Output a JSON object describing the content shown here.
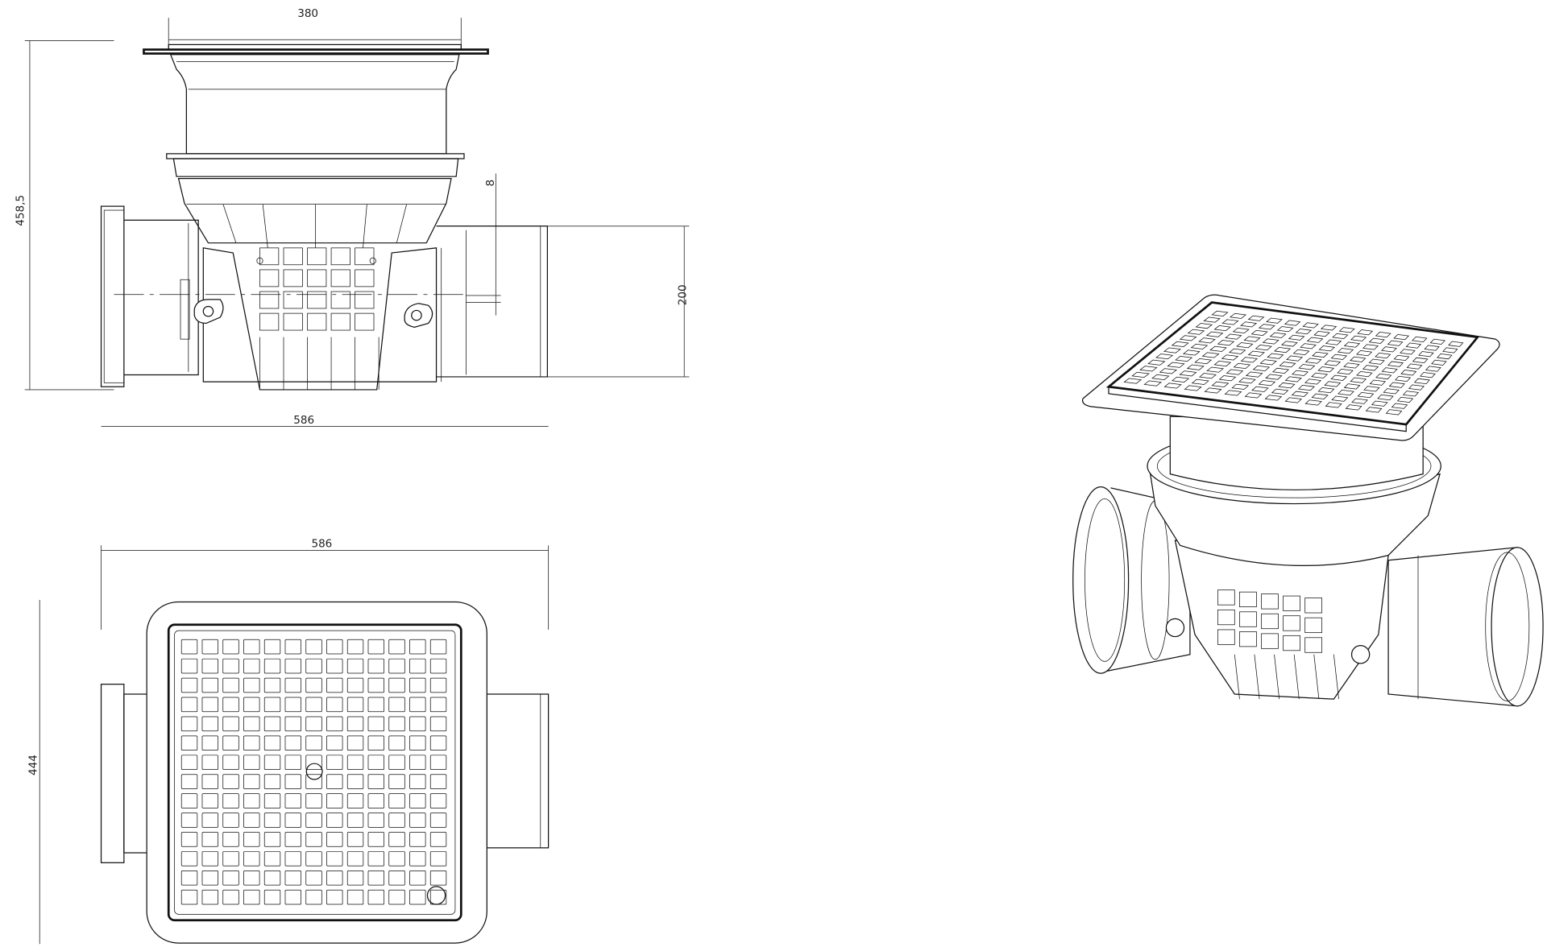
{
  "drawing": {
    "front_view": {
      "dimensions": {
        "top_width": "380",
        "total_height": "458,5",
        "offset": "8",
        "pipe_diameter": "200",
        "total_length": "586"
      }
    },
    "plan_view": {
      "dimensions": {
        "total_length": "586",
        "width": "444"
      },
      "grate_columns": 13,
      "grate_rows": 14
    },
    "isometric_view": {
      "grate_columns": 14,
      "grate_rows": 12
    },
    "line_color": "#111111",
    "background": "#ffffff"
  }
}
